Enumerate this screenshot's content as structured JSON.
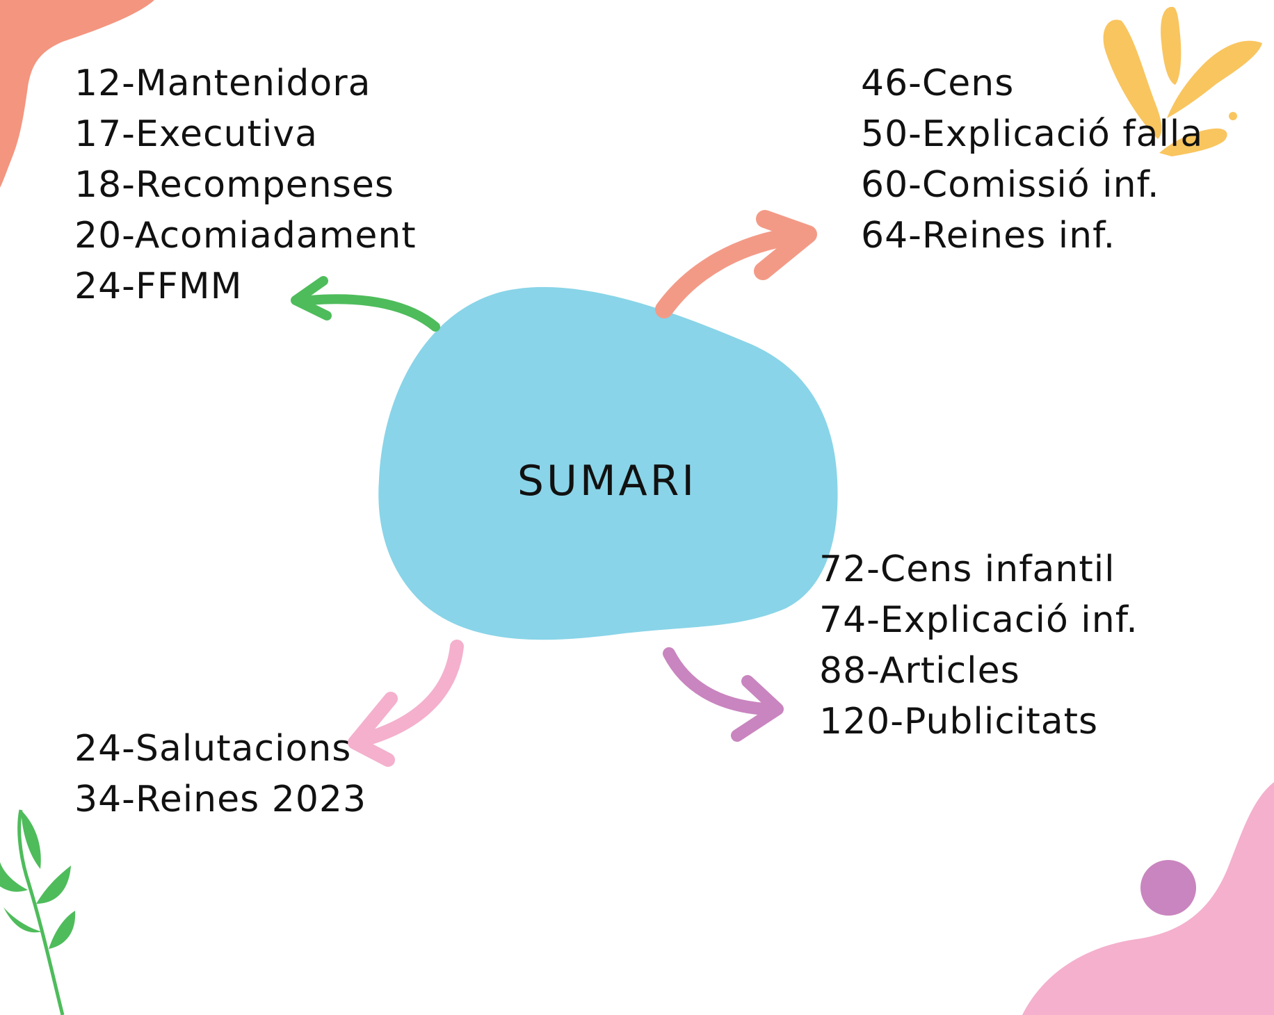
{
  "title": "SUMARI",
  "colors": {
    "background": "#ffffff",
    "blob": "#89d4e8",
    "text": "#111111",
    "arrow_top_left": "#4ebc5b",
    "arrow_top_right": "#f39a87",
    "arrow_bottom_left": "#f4b0cd",
    "arrow_bottom_right": "#c985bf",
    "deco_coral": "#f4957f",
    "deco_yellow": "#f9c55f",
    "deco_pink": "#f4b0cd",
    "deco_purple": "#c985bf",
    "deco_leaf": "#4ebc5b"
  },
  "groups": {
    "top_left": [
      "12-Mantenidora",
      "17-Executiva",
      "18-Recompenses",
      "20-Acomiadament",
      "24-FFMM"
    ],
    "top_right": [
      "46-Cens",
      "50-Explicació falla",
      "60-Comissió inf.",
      "64-Reines inf."
    ],
    "bottom_right": [
      "72-Cens infantil",
      "74-Explicació inf.",
      "88-Articles",
      "120-Publicitats"
    ],
    "bottom_left": [
      "24-Salutacions",
      "34-Reines 2023"
    ]
  },
  "icons": {
    "center": "blob-shape",
    "arrows": [
      "curved-arrow-icon",
      "curved-arrow-icon",
      "curved-arrow-icon",
      "curved-arrow-icon"
    ],
    "decorations": [
      "coral-wave-shape",
      "yellow-splash-icon",
      "leaf-sprig-icon",
      "pink-wave-shape",
      "purple-dot-shape"
    ]
  }
}
